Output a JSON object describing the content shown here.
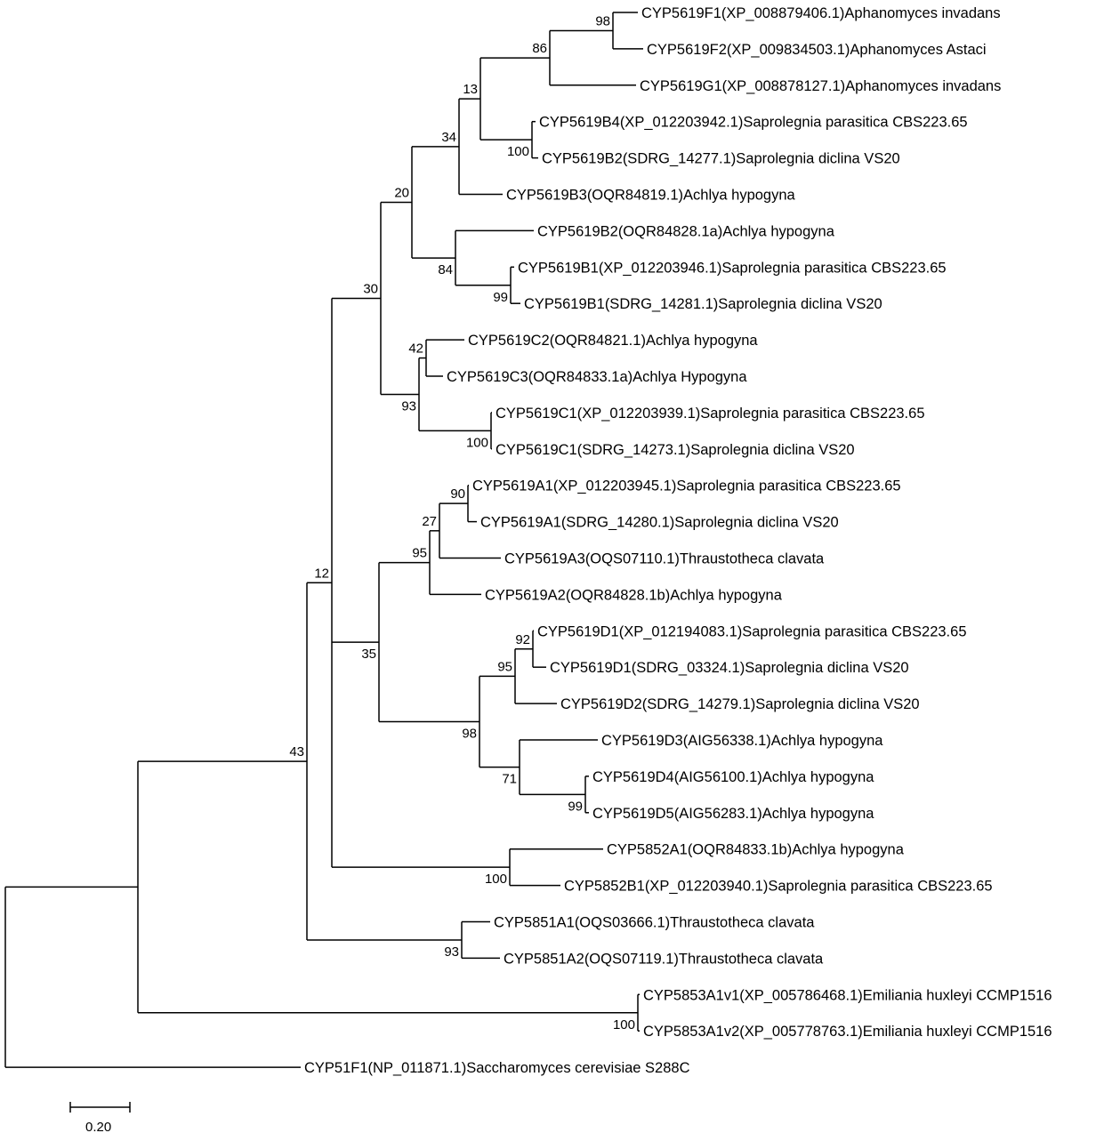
{
  "tree": {
    "leaves": [
      "CYP5619F1(XP_008879406.1)Aphanomyces invadans",
      "CYP5619F2(XP_009834503.1)Aphanomyces Astaci",
      "CYP5619G1(XP_008878127.1)Aphanomyces invadans",
      "CYP5619B4(XP_012203942.1)Saprolegnia parasitica CBS223.65",
      "CYP5619B2(SDRG_14277.1)Saprolegnia diclina VS20",
      "CYP5619B3(OQR84819.1)Achlya hypogyna",
      "CYP5619B2(OQR84828.1a)Achlya hypogyna",
      "CYP5619B1(XP_012203946.1)Saprolegnia parasitica CBS223.65",
      "CYP5619B1(SDRG_14281.1)Saprolegnia diclina VS20",
      "CYP5619C2(OQR84821.1)Achlya hypogyna",
      "CYP5619C3(OQR84833.1a)Achlya Hypogyna",
      "CYP5619C1(XP_012203939.1)Saprolegnia parasitica CBS223.65",
      "CYP5619C1(SDRG_14273.1)Saprolegnia diclina VS20",
      "CYP5619A1(XP_012203945.1)Saprolegnia parasitica CBS223.65",
      "CYP5619A1(SDRG_14280.1)Saprolegnia diclina VS20",
      "CYP5619A3(OQS07110.1)Thraustotheca clavata",
      "CYP5619A2(OQR84828.1b)Achlya hypogyna",
      "CYP5619D1(XP_012194083.1)Saprolegnia parasitica CBS223.65",
      "CYP5619D1(SDRG_03324.1)Saprolegnia diclina VS20",
      "CYP5619D2(SDRG_14279.1)Saprolegnia diclina VS20",
      "CYP5619D3(AIG56338.1)Achlya hypogyna",
      "CYP5619D4(AIG56100.1)Achlya hypogyna",
      "CYP5619D5(AIG56283.1)Achlya hypogyna",
      "CYP5852A1(OQR84833.1b)Achlya hypogyna",
      "CYP5852B1(XP_012203940.1)Saprolegnia parasitica CBS223.65",
      "CYP5851A1(OQS03666.1)Thraustotheca clavata",
      "CYP5851A2(OQS07119.1)Thraustotheca clavata",
      "CYP5853A1v1(XP_005786468.1)Emiliania huxleyi CCMP1516",
      "CYP5853A1v2(XP_005778763.1)Emiliania huxleyi CCMP1516",
      "CYP51F1(NP_011871.1)Saccharomyces cerevisiae S288C"
    ],
    "bootstrap": {
      "F1_F2": "98",
      "F_G1": "86",
      "F_B4B2": "13",
      "B_group": "34",
      "B3_B1": "20",
      "B2a_B1": "84",
      "B1_pair": "99",
      "B2_pair": "100",
      "C2_C3": "42",
      "C_group": "93",
      "C1_pair": "100",
      "BC_group": "30",
      "A1_pair": "90",
      "A1_A3": "27",
      "A_group": "95",
      "D1_pair": "92",
      "D1_D2": "95",
      "D_group": "98",
      "D3_D45": "71",
      "D4_D5": "99",
      "A_D": "35",
      "CYP5852_pair": "100",
      "inner_group": "12",
      "CYP5851_pair": "93",
      "stramenopile_group": "43",
      "CYP5853_pair": "100"
    },
    "scale_bar_label": "0.20"
  }
}
